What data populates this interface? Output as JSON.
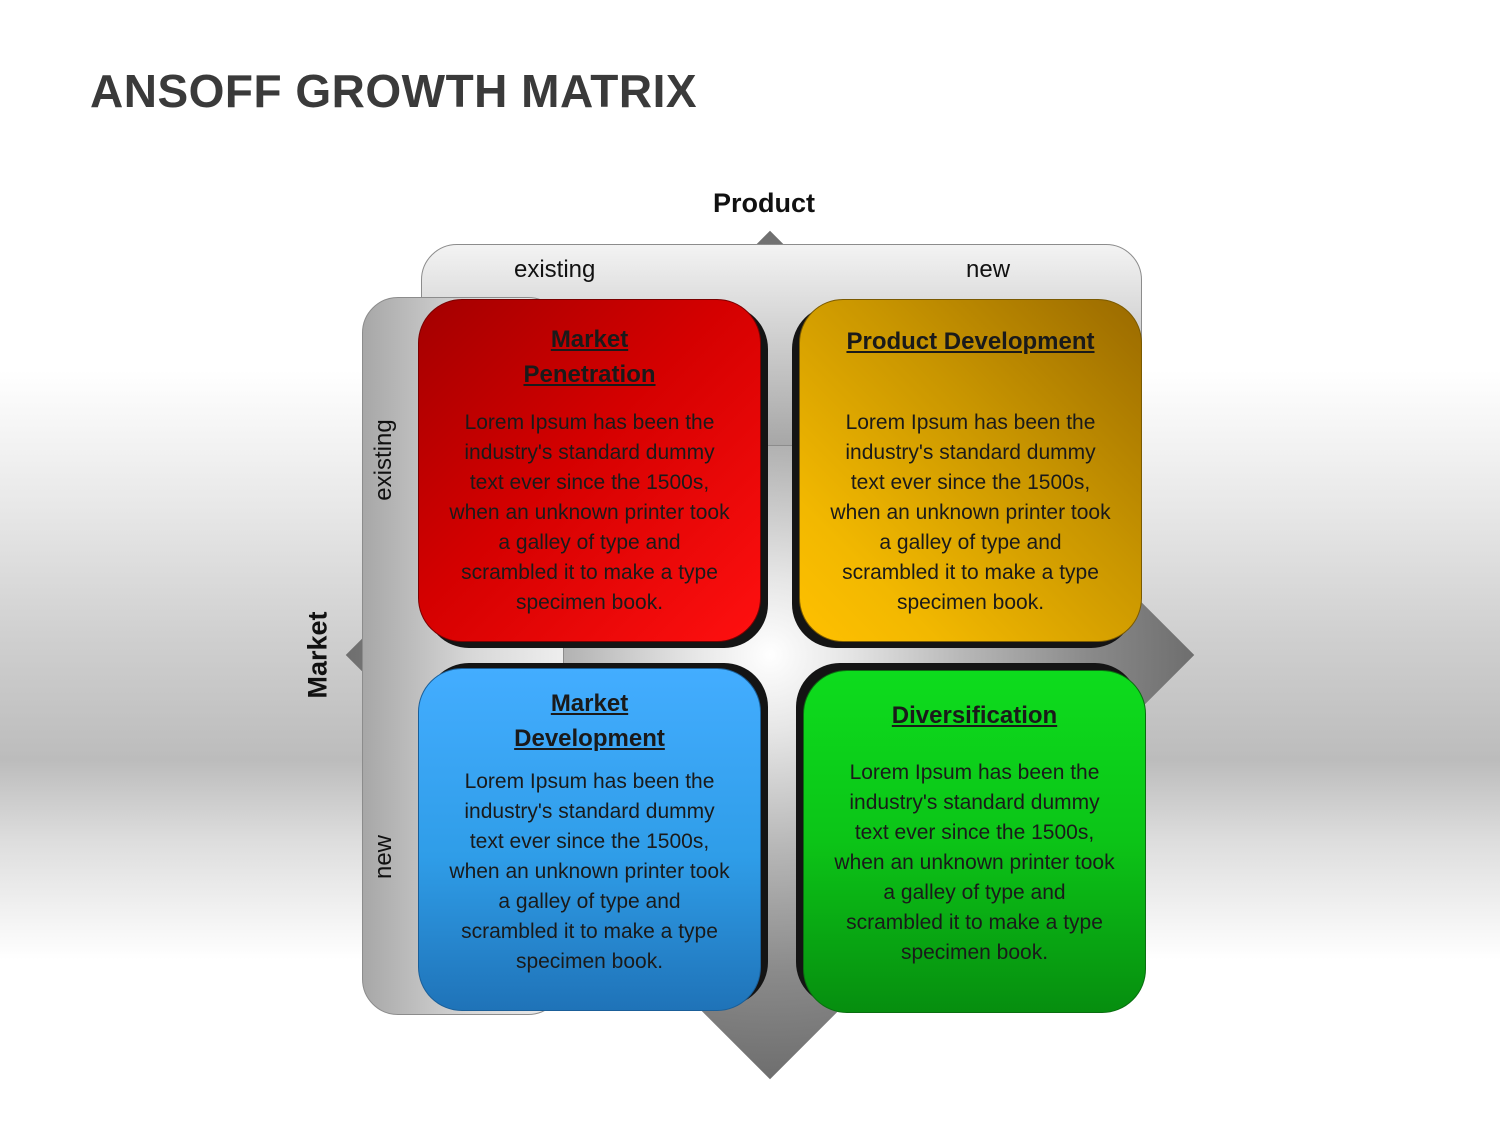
{
  "title": "ANSOFF GROWTH MATRIX",
  "axes": {
    "product": {
      "title": "Product",
      "existing": "existing",
      "new": "new"
    },
    "market": {
      "title": "Market",
      "existing": "existing",
      "new": "new"
    }
  },
  "quadrants": [
    {
      "title": "Market Penetration",
      "body": "Lorem Ipsum has been the industry's standard dummy text ever since the 1500s, when an unknown printer took a galley of type and scrambled it to make a type specimen book.",
      "color": "#d40000"
    },
    {
      "title": "Product Development",
      "body": "Lorem Ipsum has been the industry's standard dummy text ever since the 1500s, when an unknown printer took a galley of type and scrambled it to make a type specimen book.",
      "color": "#e0a800"
    },
    {
      "title": "Market Development",
      "body": "Lorem Ipsum has been the industry's standard dummy text ever since the 1500s, when an unknown printer took a galley of type and scrambled it to make a type specimen book.",
      "color": "#2f9de8"
    },
    {
      "title": "Diversification",
      "body": "Lorem Ipsum has been the industry's standard dummy text ever since the 1500s, when an unknown printer took a galley of type and scrambled it to make a type specimen book.",
      "color": "#0cc417"
    }
  ]
}
